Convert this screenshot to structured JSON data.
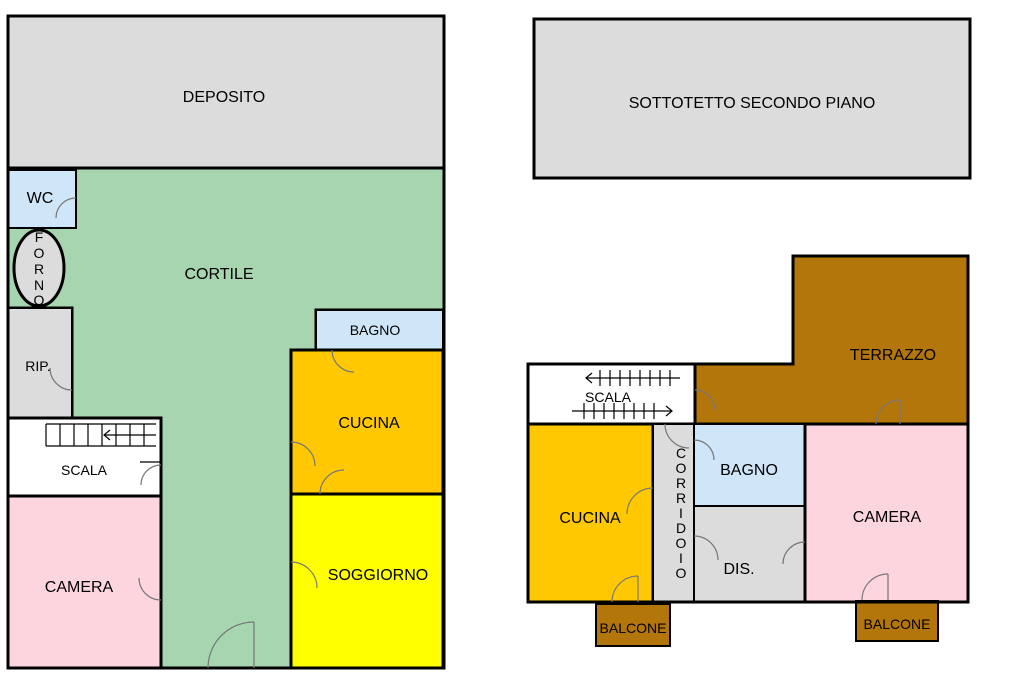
{
  "colors": {
    "deposito": "#dcdcdc",
    "cortile": "#a6d5b0",
    "wc": "#cfe6f8",
    "bagno": "#cfe6f8",
    "rip": "#dcdcdc",
    "scala": "#ffffff",
    "camera": "#fdd5df",
    "cucina": "#ffc800",
    "soggiorno": "#ffff00",
    "sottotetto": "#dcdcdc",
    "terrazzo": "#b3760a",
    "corridoio": "#dcdcdc",
    "dis": "#dcdcdc",
    "balcone": "#b3760a"
  },
  "ground_floor": {
    "deposito": "DEPOSITO",
    "cortile": "CORTILE",
    "wc": "WC",
    "forno": [
      "F",
      "O",
      "R",
      "N",
      "O"
    ],
    "rip": "RIP.",
    "bagno": "BAGNO",
    "cucina": "CUCINA",
    "soggiorno": "SOGGIORNO",
    "scala": "SCALA",
    "camera": "CAMERA"
  },
  "upper_floor": {
    "sottotetto": "SOTTOTETTO SECONDO PIANO",
    "terrazzo": "TERRAZZO",
    "scala": "SCALA",
    "cucina": "CUCINA",
    "corridoio": [
      "C",
      "O",
      "R",
      "R",
      "I",
      "D",
      "O",
      "I",
      "O"
    ],
    "bagno": "BAGNO",
    "dis": "DIS.",
    "camera": "CAMERA",
    "balcone_left": "BALCONE",
    "balcone_right": "BALCONE"
  }
}
